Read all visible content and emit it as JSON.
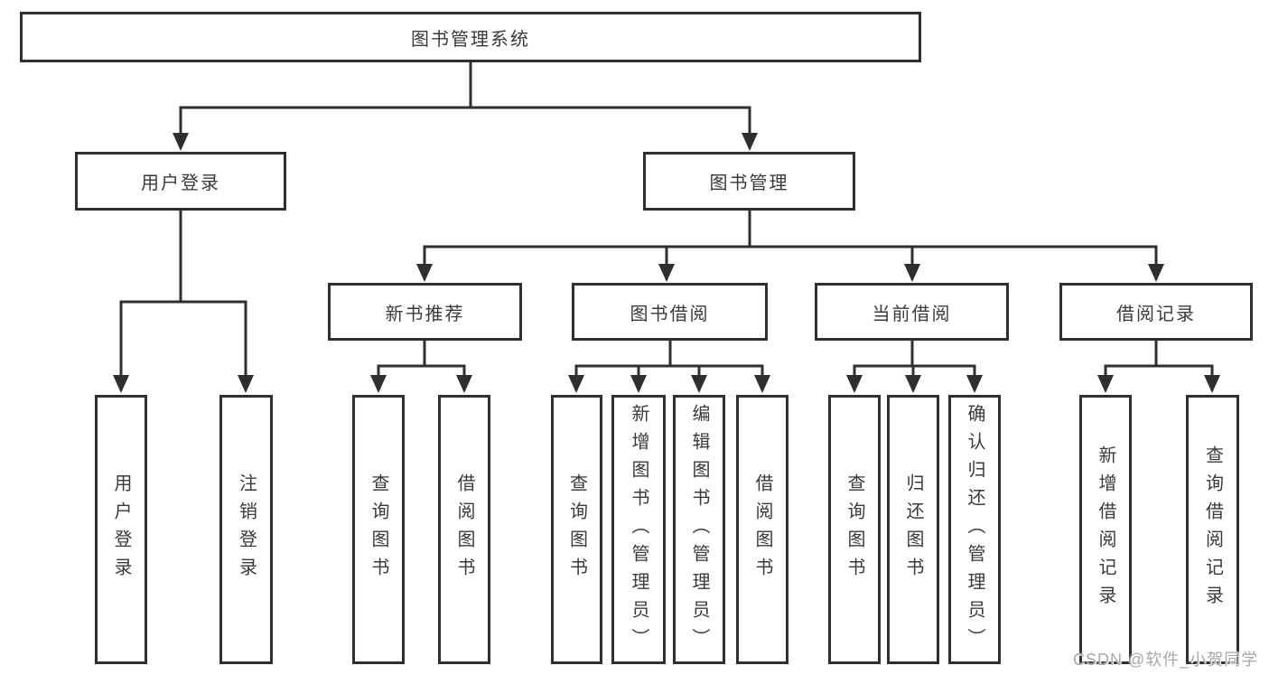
{
  "diagram_title": "图书管理系统",
  "tree": {
    "root": {
      "label": "图书管理系统",
      "children": [
        {
          "label": "用户登录",
          "children": [
            {
              "label": "用户登录"
            },
            {
              "label": "注销登录"
            }
          ]
        },
        {
          "label": "图书管理",
          "children": [
            {
              "label": "新书推荐",
              "children": [
                {
                  "label": "查询图书"
                },
                {
                  "label": "借阅图书"
                }
              ]
            },
            {
              "label": "图书借阅",
              "children": [
                {
                  "label": "查询图书"
                },
                {
                  "label": "新增图书（管理员）"
                },
                {
                  "label": "编辑图书（管理员）"
                },
                {
                  "label": "借阅图书"
                }
              ]
            },
            {
              "label": "当前借阅",
              "children": [
                {
                  "label": "查询图书"
                },
                {
                  "label": "归还图书"
                },
                {
                  "label": "确认归还（管理员）"
                }
              ]
            },
            {
              "label": "借阅记录",
              "children": [
                {
                  "label": "新增借阅记录"
                },
                {
                  "label": "查询借阅记录"
                }
              ]
            }
          ]
        }
      ]
    }
  },
  "watermark": {
    "text": "CSDN @软件_小贺同学",
    "color": "#a8a8a8"
  },
  "colors": {
    "line": "#2f2f2f",
    "text": "#3a3a3a",
    "background": "#ffffff"
  }
}
